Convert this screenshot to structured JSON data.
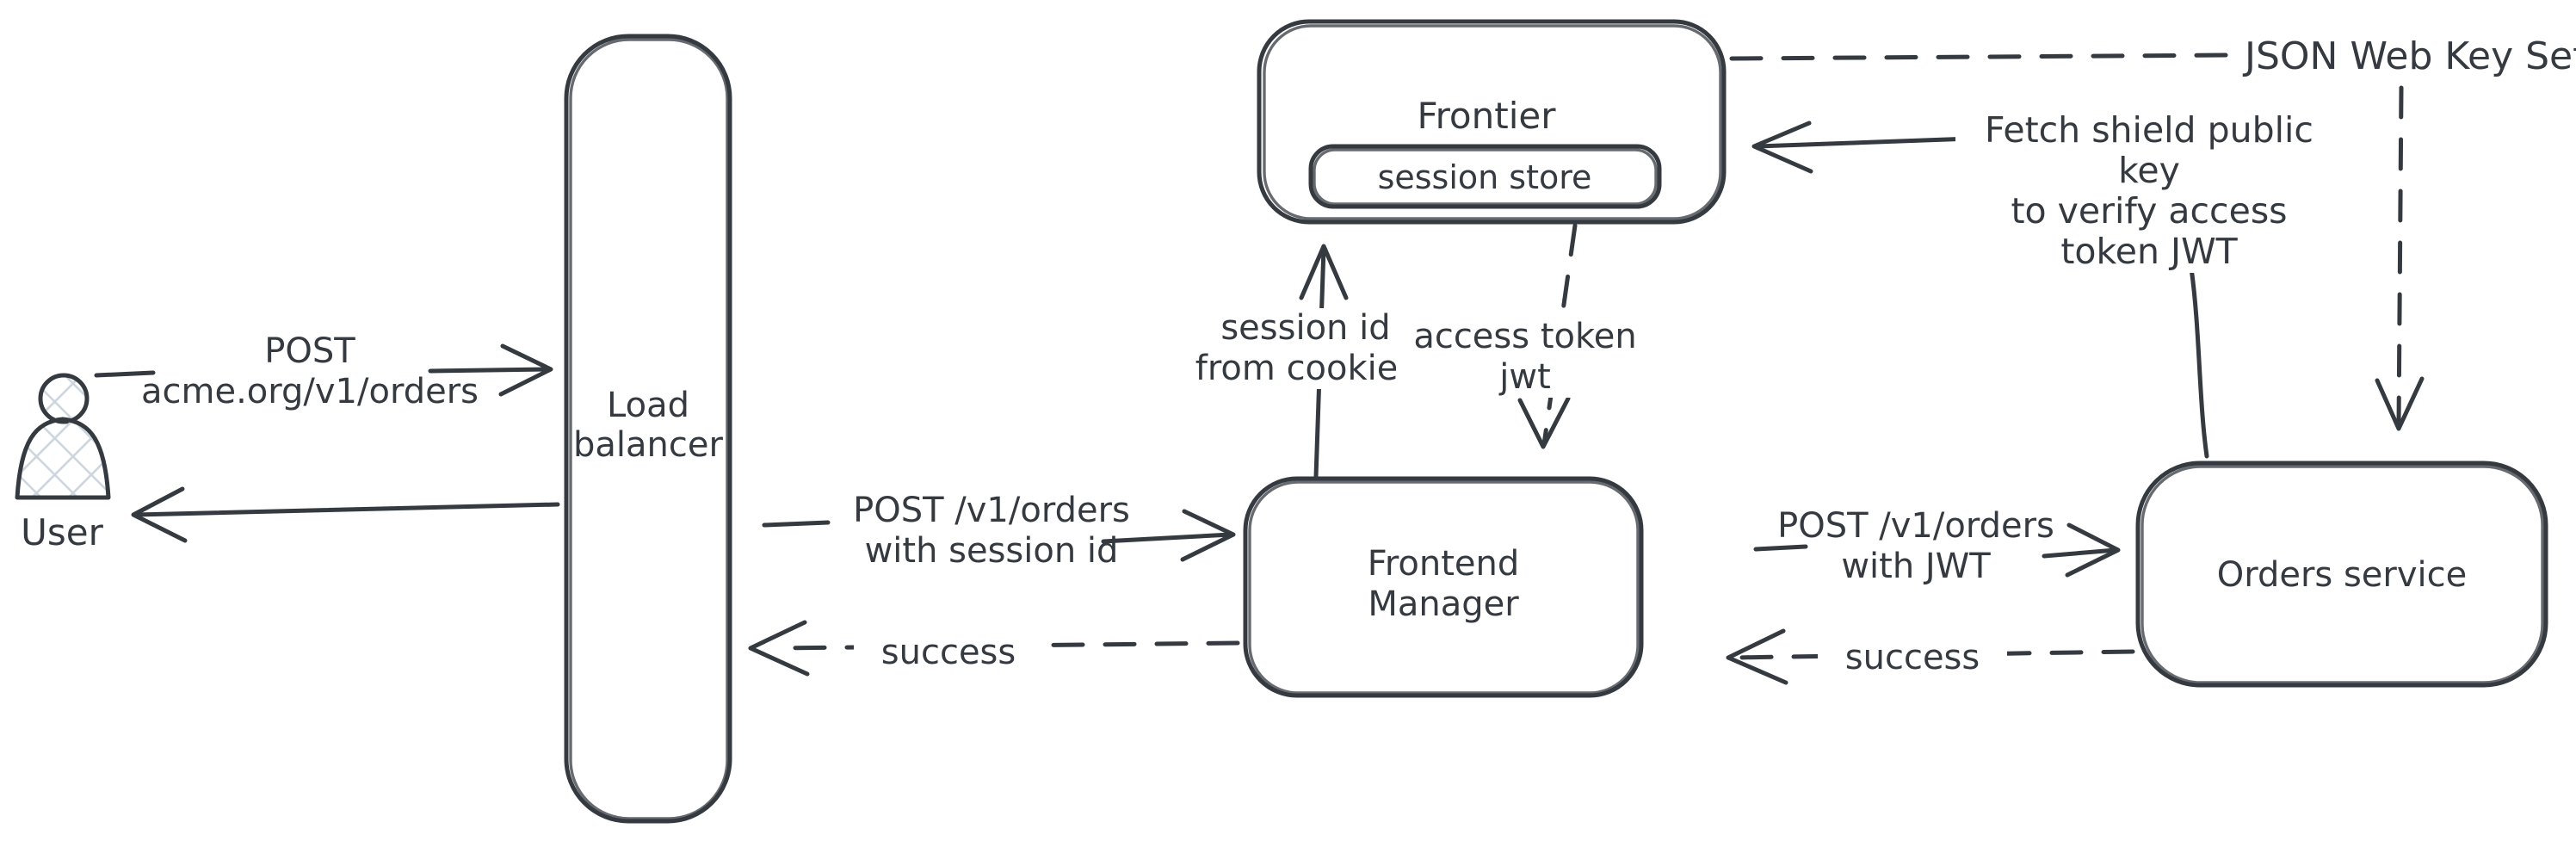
{
  "nodes": {
    "user": {
      "label": "User"
    },
    "load_balancer": {
      "label": "Load\nbalancer"
    },
    "frontier": {
      "label": "Frontier"
    },
    "session_store": {
      "label": "session store"
    },
    "frontend_manager": {
      "label": "Frontend\nManager"
    },
    "orders_service": {
      "label": "Orders service"
    },
    "jwks": {
      "label": "JSON Web Key Set"
    }
  },
  "edges": {
    "user_to_load_balancer": {
      "label": "POST\nacme.org/v1/orders",
      "line": "solid"
    },
    "load_balancer_to_user": {
      "line": "solid"
    },
    "load_balancer_to_frontend_manager": {
      "label": "POST /v1/orders\nwith session id",
      "line": "solid"
    },
    "frontend_manager_to_load_balancer": {
      "label": "success",
      "line": "dashed"
    },
    "frontend_manager_to_frontier": {
      "label": "session id\nfrom cookies",
      "line": "solid"
    },
    "frontier_to_frontend_manager": {
      "label": "access token\njwt",
      "line": "dashed"
    },
    "frontend_manager_to_orders_service": {
      "label": "POST /v1/orders\nwith JWT",
      "line": "solid"
    },
    "orders_service_to_frontend_manager": {
      "label": "success",
      "line": "dashed"
    },
    "orders_service_to_frontier": {
      "label": "Fetch shield public key\nto verify access\ntoken JWT",
      "line": "solid"
    },
    "frontier_to_jwks": {
      "line": "dashed"
    },
    "jwks_to_orders_service": {
      "line": "dashed"
    }
  },
  "colors": {
    "stroke": "#343a40",
    "text": "#343a40",
    "canvas_background": "#ffffff",
    "user_hatch": "#ccd5dd"
  }
}
